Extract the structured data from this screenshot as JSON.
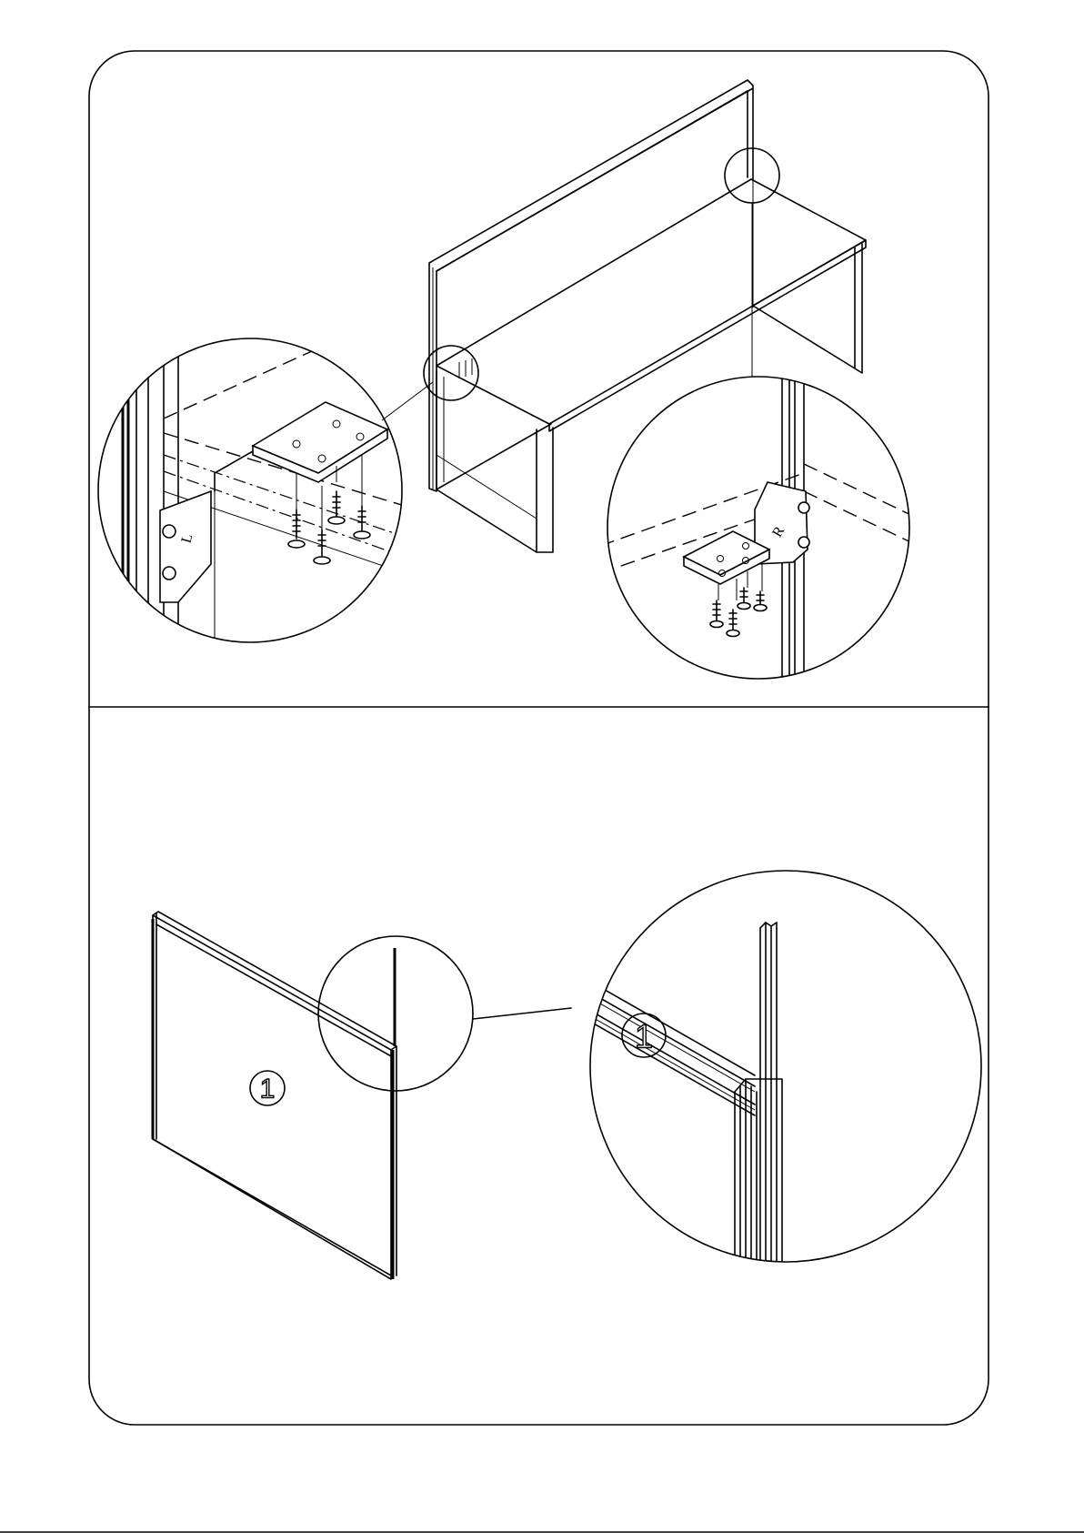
{
  "diagram": {
    "frame_color": "#000000",
    "background": "#ffffff",
    "panels": [
      {
        "name": "desk-frame-assembly",
        "details": [
          {
            "name": "left-bracket-detail",
            "side_label": "L",
            "screw_count": 4
          },
          {
            "name": "right-bracket-detail",
            "side_label": "R",
            "screw_count": 4
          }
        ]
      },
      {
        "name": "privacy-panel-assembly",
        "part_label": "1",
        "detail_part_label": "1"
      }
    ]
  }
}
